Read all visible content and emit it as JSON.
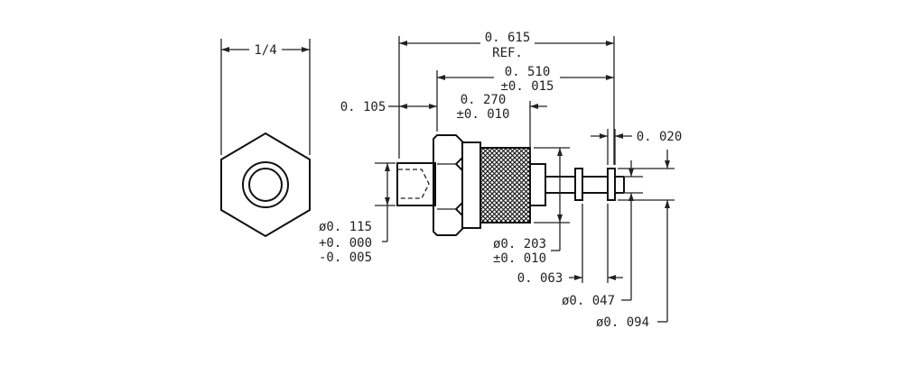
{
  "drawing": {
    "hex_width": "1/4",
    "overall_length": "0. 615",
    "overall_length_note": "REF.",
    "body_length": "0. 510",
    "body_length_tol": "±0. 015",
    "knurl_length": "0. 270",
    "knurl_length_tol": "±0. 010",
    "stud_length": "0. 105",
    "groove_width": "0. 020",
    "stud_diameter": "ø0. 115",
    "stud_diameter_tol_plus": "+0. 000",
    "stud_diameter_tol_minus": "-0. 005",
    "knurl_diameter": "ø0. 203",
    "knurl_diameter_tol": "±0. 010",
    "tip_length": "0. 063",
    "pin_diameter": "ø0. 047",
    "collar_diameter": "ø0. 094"
  }
}
